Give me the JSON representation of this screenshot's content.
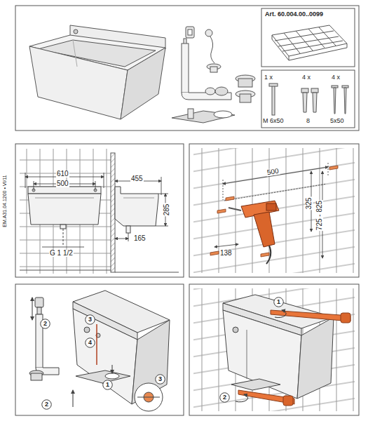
{
  "diagram": {
    "nodes": [
      {
        "text": [
          "Art. 60.004.00..0099"
        ]
      },
      {
        "text": [
          "1 x",
          "M 6x50",
          "4 x",
          "8",
          "4 x",
          "5x50"
        ]
      },
      {
        "text": [
          "2"
        ]
      },
      {
        "text": [
          "3"
        ]
      },
      {
        "text": [
          "4"
        ]
      },
      {
        "text": [
          "1"
        ]
      },
      {
        "text": [
          "2"
        ]
      },
      {
        "text": [
          "3"
        ]
      },
      {
        "text": [
          "1"
        ]
      },
      {
        "text": [
          "2"
        ]
      }
    ],
    "edges": [],
    "labels": [
      "EM.A31.04.1200 • VI/11",
      "610",
      "500",
      "455",
      "285",
      "165",
      "G 1 1/2",
      "500",
      "325",
      "725 - 825",
      "138"
    ]
  }
}
